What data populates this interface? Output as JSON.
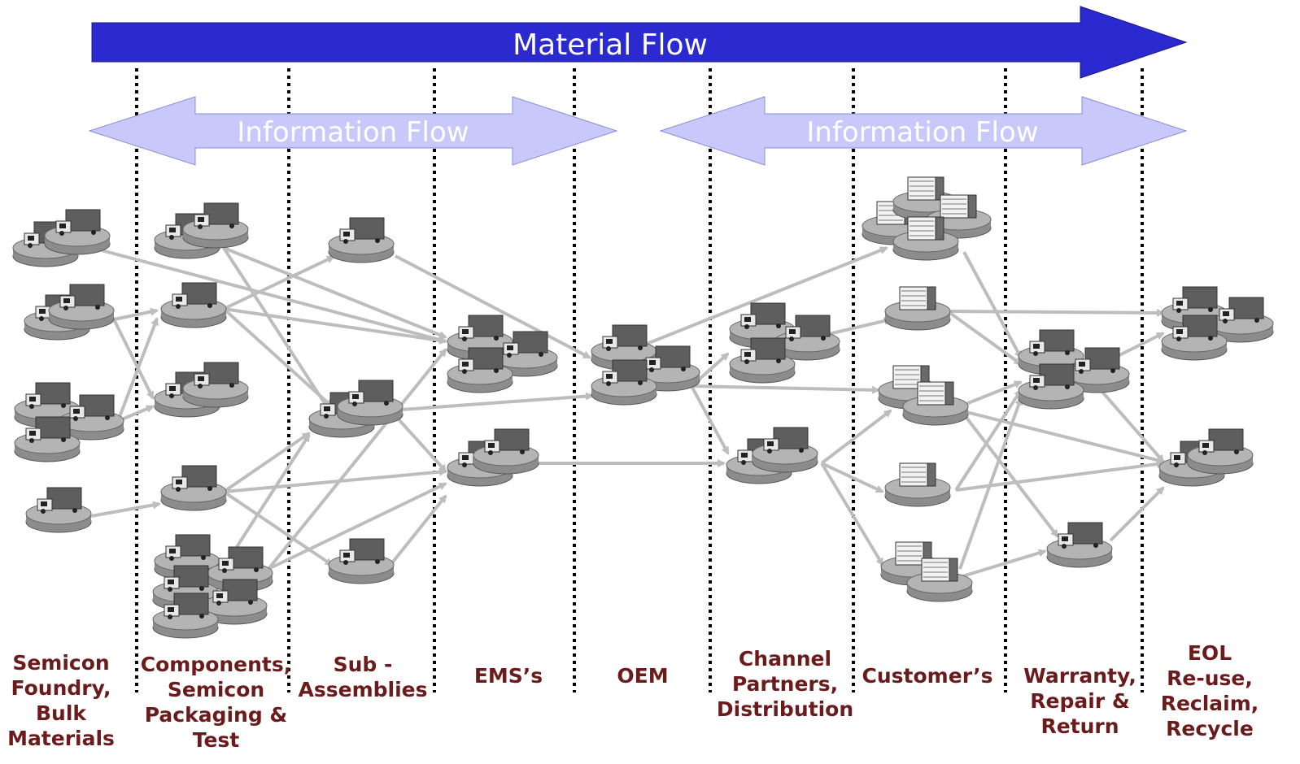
{
  "material_flow": {
    "label": "Material Flow",
    "fill": "#2a2ad0",
    "text_color": "#ffffff"
  },
  "information_flows": [
    {
      "label": "Information Flow"
    },
    {
      "label": "Information Flow"
    }
  ],
  "info_fill": "#c8c8fa",
  "arrow_color": "#bdbdbd",
  "label_color": "#6b1b1b",
  "stages": [
    {
      "label": "Semicon\nFoundry,\nBulk\nMaterials"
    },
    {
      "label": "Components,\nSemicon\nPackaging &\nTest"
    },
    {
      "label": "Sub -\nAssemblies"
    },
    {
      "label": "EMS’s"
    },
    {
      "label": "OEM"
    },
    {
      "label": "Channel\nPartners,\nDistribution"
    },
    {
      "label": "Customer’s"
    },
    {
      "label": "Warranty,\nRepair &\nReturn"
    },
    {
      "label": "EOL\nRe-use,\nReclaim,\nRecycle"
    }
  ],
  "icons": {
    "factory": "factory-icon",
    "building": "office-building-icon"
  }
}
